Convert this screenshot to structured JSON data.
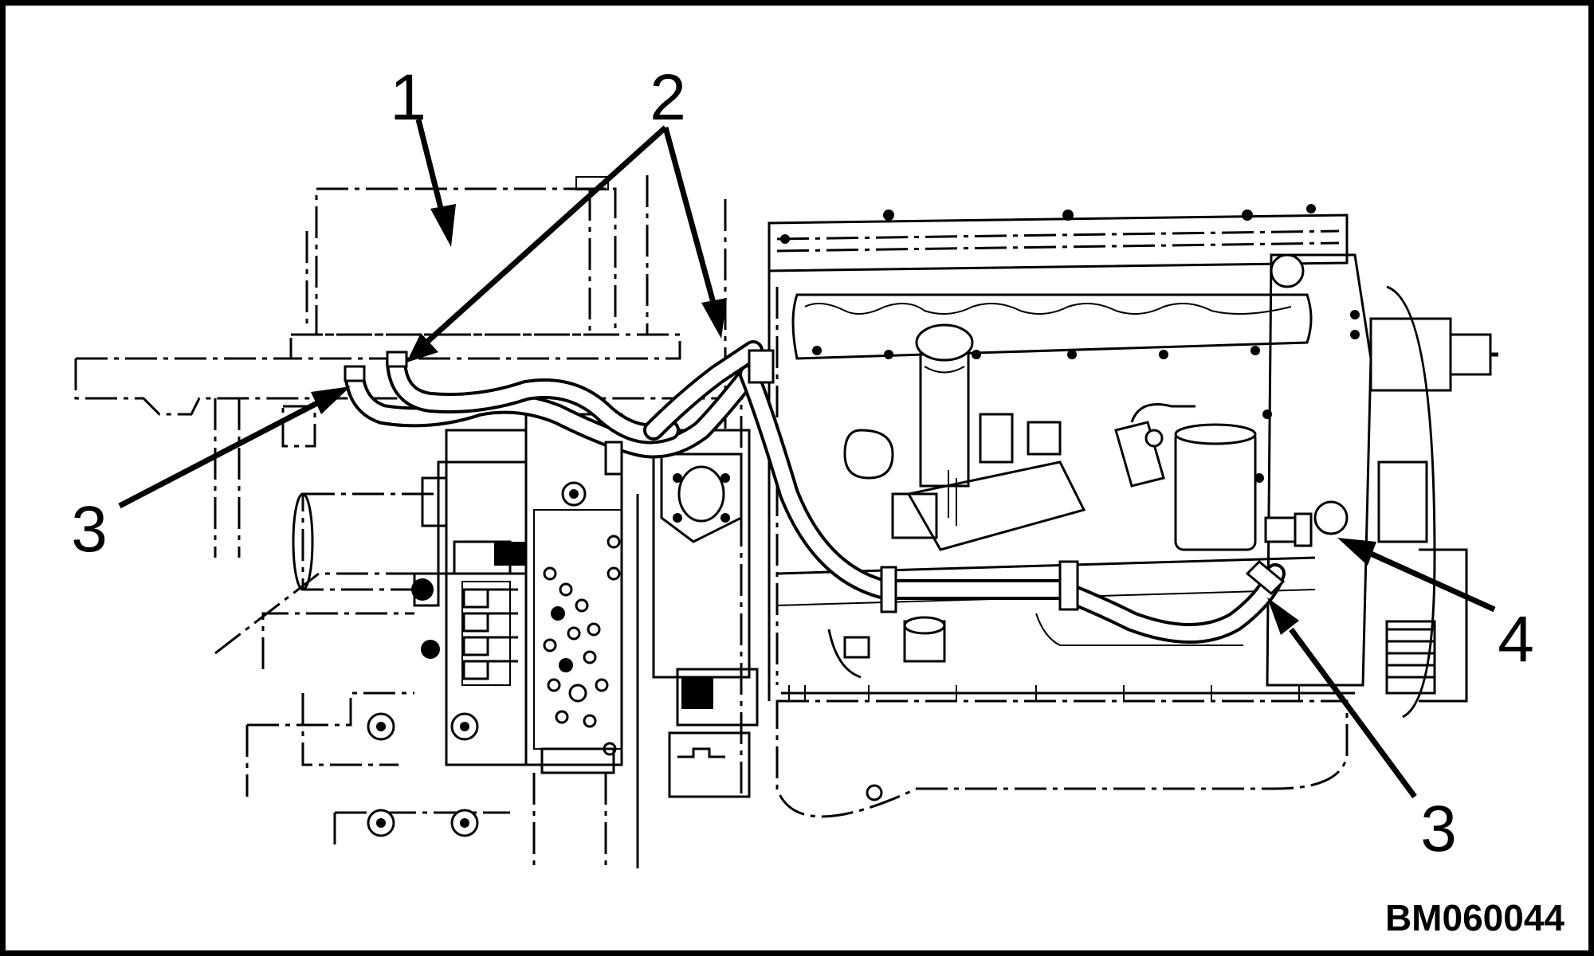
{
  "figure": {
    "code": "BM060044",
    "callouts": [
      {
        "id": "c1",
        "label": "1"
      },
      {
        "id": "c2",
        "label": "2"
      },
      {
        "id": "c3a",
        "label": "3"
      },
      {
        "id": "c3b",
        "label": "3"
      },
      {
        "id": "c4",
        "label": "4"
      }
    ]
  }
}
